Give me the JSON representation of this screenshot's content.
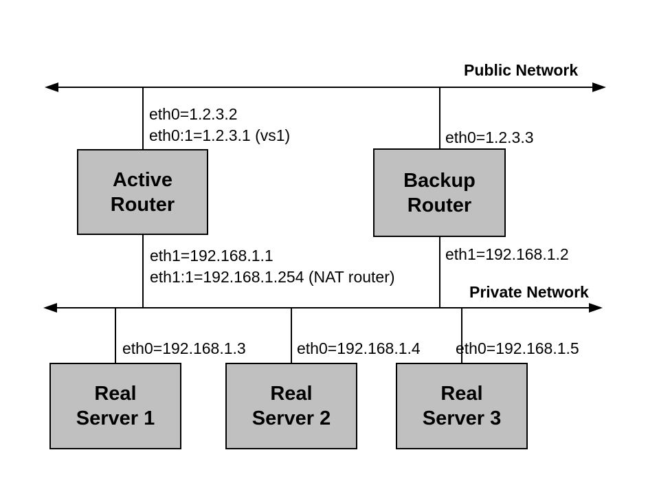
{
  "buses": {
    "public": {
      "label": "Public Network"
    },
    "private": {
      "label": "Private Network"
    }
  },
  "routers": {
    "active": {
      "label": "Active\nRouter",
      "public_interfaces": "eth0=1.2.3.2\neth0:1=1.2.3.1 (vs1)",
      "private_interfaces": "eth1=192.168.1.1\neth1:1=192.168.1.254 (NAT router)"
    },
    "backup": {
      "label": "Backup\nRouter",
      "public_interfaces": "eth0=1.2.3.3",
      "private_interfaces": "eth1=192.168.1.2"
    }
  },
  "servers": [
    {
      "label": "Real\nServer 1",
      "interface": "eth0=192.168.1.3"
    },
    {
      "label": "Real\nServer 2",
      "interface": "eth0=192.168.1.4"
    },
    {
      "label": "Real\nServer 3",
      "interface": "eth0=192.168.1.5"
    }
  ],
  "colors": {
    "background": "#ffffff",
    "box_fill": "#c0c0c0",
    "box_border": "#000000",
    "line": "#000000",
    "text": "#000000"
  }
}
